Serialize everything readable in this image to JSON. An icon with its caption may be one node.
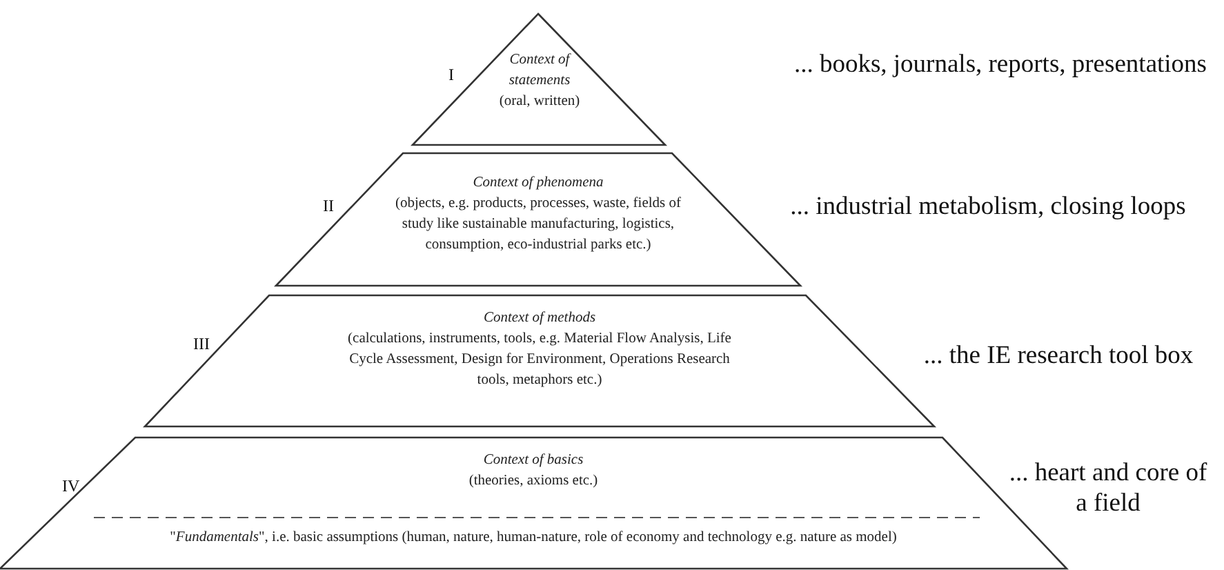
{
  "diagram": {
    "nodes": [
      {
        "text": [
          "Context of statements",
          "(oral, written)"
        ],
        "beside": [
          "I"
        ]
      },
      {
        "text": [
          "Context of phenomena",
          "(objects, e.g. products, processes, waste, fields of study like sustainable manufacturing, logistics, consumption, eco-industrial parks etc.)"
        ],
        "beside": [
          "II"
        ]
      },
      {
        "text": [
          "Context of methods",
          "(calculations, instruments, tools, e.g. Material Flow Analysis, Life Cycle Assessment, Design for Environment, Operations Research tools, metaphors etc.)"
        ],
        "beside": [
          "III"
        ]
      },
      {
        "text": [
          "Context of basics",
          "(theories, axioms etc.)",
          "\"*Fundamentals*\", i.e. basic assumptions (human, nature, human-nature, role of economy and technology e.g. nature as model)"
        ],
        "beside": [
          "IV"
        ]
      }
    ],
    "edges": [],
    "labels": [
      "... books, journals, reports, presentations",
      "... industrial metabolism, closing loops",
      "... the IE research tool box",
      "... heart and core of a field"
    ]
  }
}
